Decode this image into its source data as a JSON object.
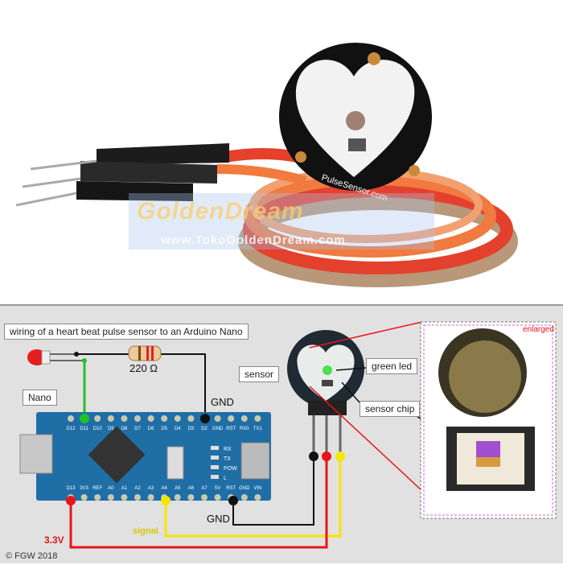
{
  "photo": {
    "board_text": "PulseSensor.com",
    "watermark_logo": "GoldenDream",
    "watermark_url": "www.TokoGoldenDream.com"
  },
  "diagram": {
    "title": "wiring of a heart beat pulse sensor to an Arduino Nano",
    "resistor_label": "220 Ω",
    "nano_label": "Nano",
    "sensor_label": "sensor",
    "gnd_top_label": "GND",
    "gnd_bottom_label": "GND",
    "signal_label": "signal",
    "power_label": "3.3V",
    "green_led_label": "green led",
    "sensor_chip_label": "sensor chip",
    "enlarged_label": "enlarged",
    "copyright": "© FGW 2018",
    "board_pins_top": [
      "D12",
      "D11",
      "D10",
      "D9",
      "D8",
      "D7",
      "D6",
      "D5",
      "D4",
      "D3",
      "D2",
      "GND",
      "RST",
      "RX0",
      "TX1"
    ],
    "board_pins_bottom": [
      "D13",
      "3V3",
      "REF",
      "A0",
      "A1",
      "A2",
      "A3",
      "A4",
      "A5",
      "A6",
      "A7",
      "5V",
      "RST",
      "GND",
      "VIN"
    ],
    "board_leds": [
      "RX",
      "TX",
      "POW",
      "L"
    ]
  },
  "colors": {
    "wire_red": "#e8141b",
    "wire_yellow": "#f5e600",
    "wire_green": "#22c02a",
    "wire_black": "#111111",
    "board_blue": "#1f6ea6"
  }
}
